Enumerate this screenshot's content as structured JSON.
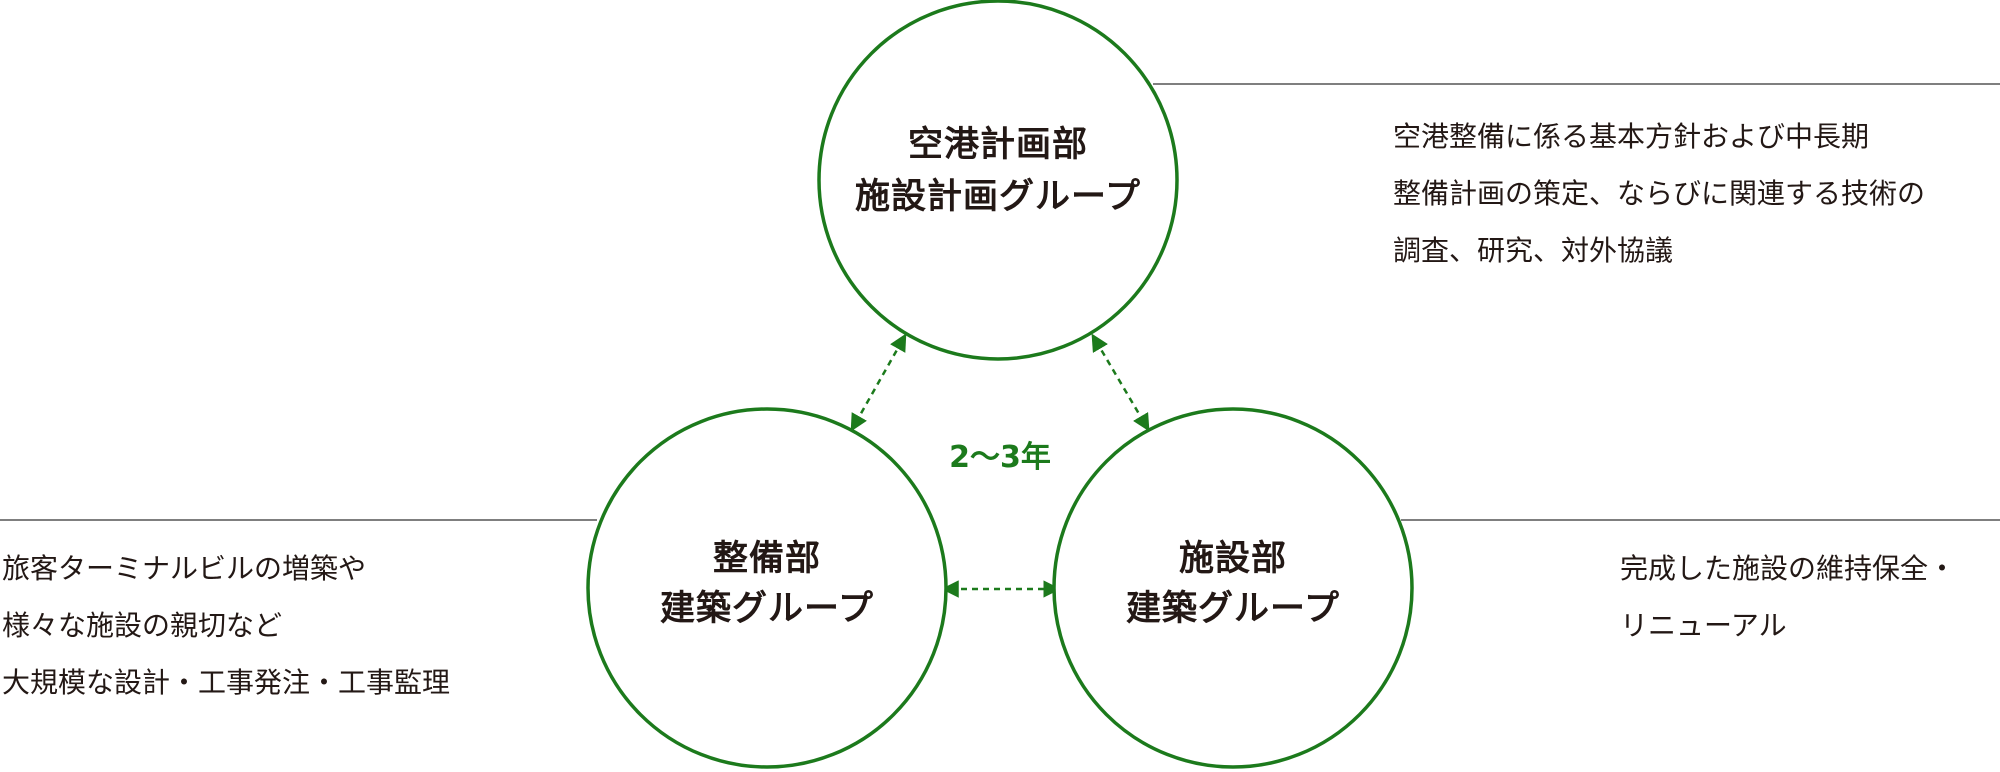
{
  "colors": {
    "accent_green": "#1c7a1c",
    "line_gray": "#555555",
    "text": "#231815"
  },
  "groups": {
    "planning": {
      "line1": "空港計画部",
      "line2": "施設計画グループ",
      "description": [
        "空港整備に係る基本方針および中長期",
        "整備計画の策定、ならびに関連する技術の",
        "調査、研究、対外協議"
      ]
    },
    "construction": {
      "line1": "整備部",
      "line2": "建築グループ",
      "description": [
        "旅客ターミナルビルの増築や",
        "様々な施設の親切など",
        "大規模な設計・工事発注・工事監理"
      ]
    },
    "facilities": {
      "line1": "施設部",
      "line2": "建築グループ",
      "description": [
        "完成した施設の維持保全・",
        "リニューアル"
      ]
    }
  },
  "rotation_label": "2〜3年"
}
